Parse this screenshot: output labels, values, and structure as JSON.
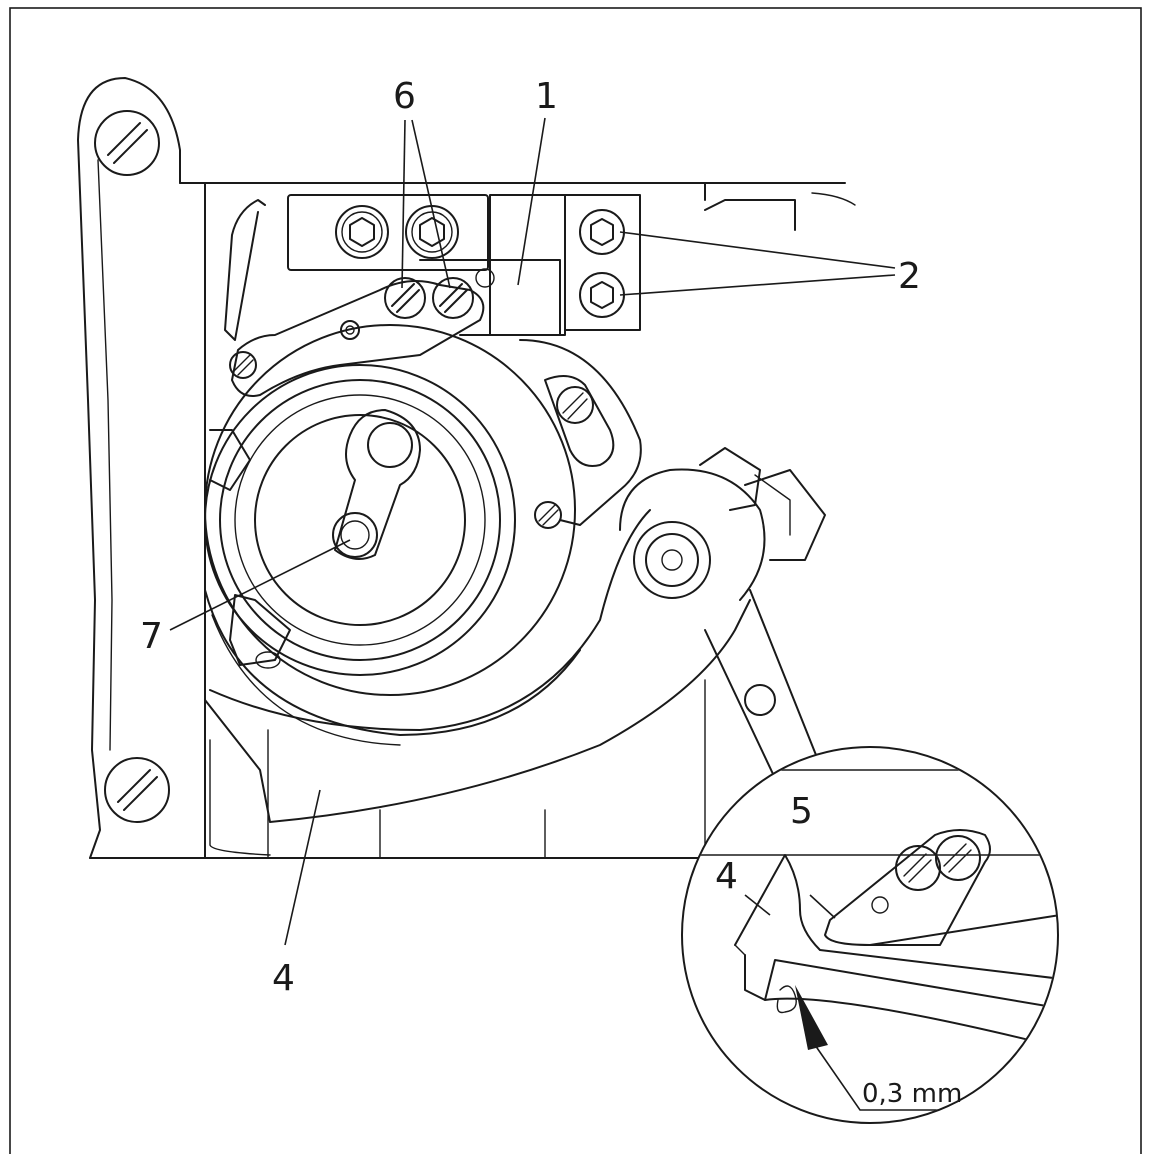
{
  "callouts": {
    "c1": "1",
    "c2": "2",
    "c4_main": "4",
    "c4_detail": "4",
    "c5": "5",
    "c6": "6",
    "c7": "7"
  },
  "dimension": "0,3 mm"
}
